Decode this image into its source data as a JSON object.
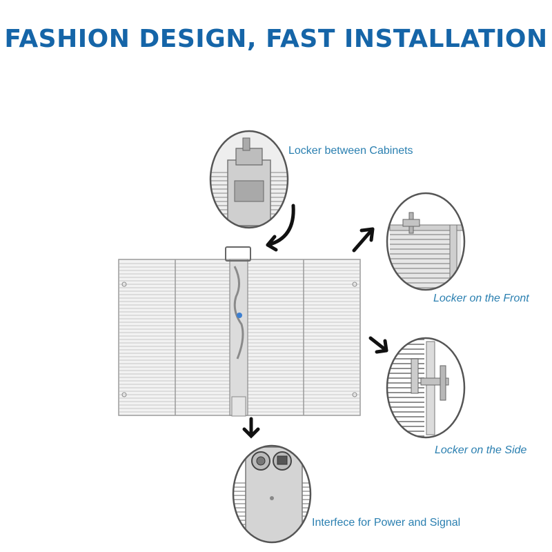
{
  "title": "FASHION DESIGN, FAST INSTALLATION",
  "callouts": {
    "locker_between": "Locker between Cabinets",
    "locker_front": "Locker on the Front",
    "locker_side": "Locker on the Side",
    "interface": "Interfece for Power and Signal"
  },
  "colors": {
    "title": "#1565a8",
    "label": "#2a7fb0",
    "panel_line": "#9a9a9a",
    "panel_fill": "#f2f2f2",
    "circle_border": "#555555",
    "arrow": "#111111"
  },
  "icons": {
    "arrow": "curved-arrow-icon",
    "connector": "connector-icon"
  }
}
